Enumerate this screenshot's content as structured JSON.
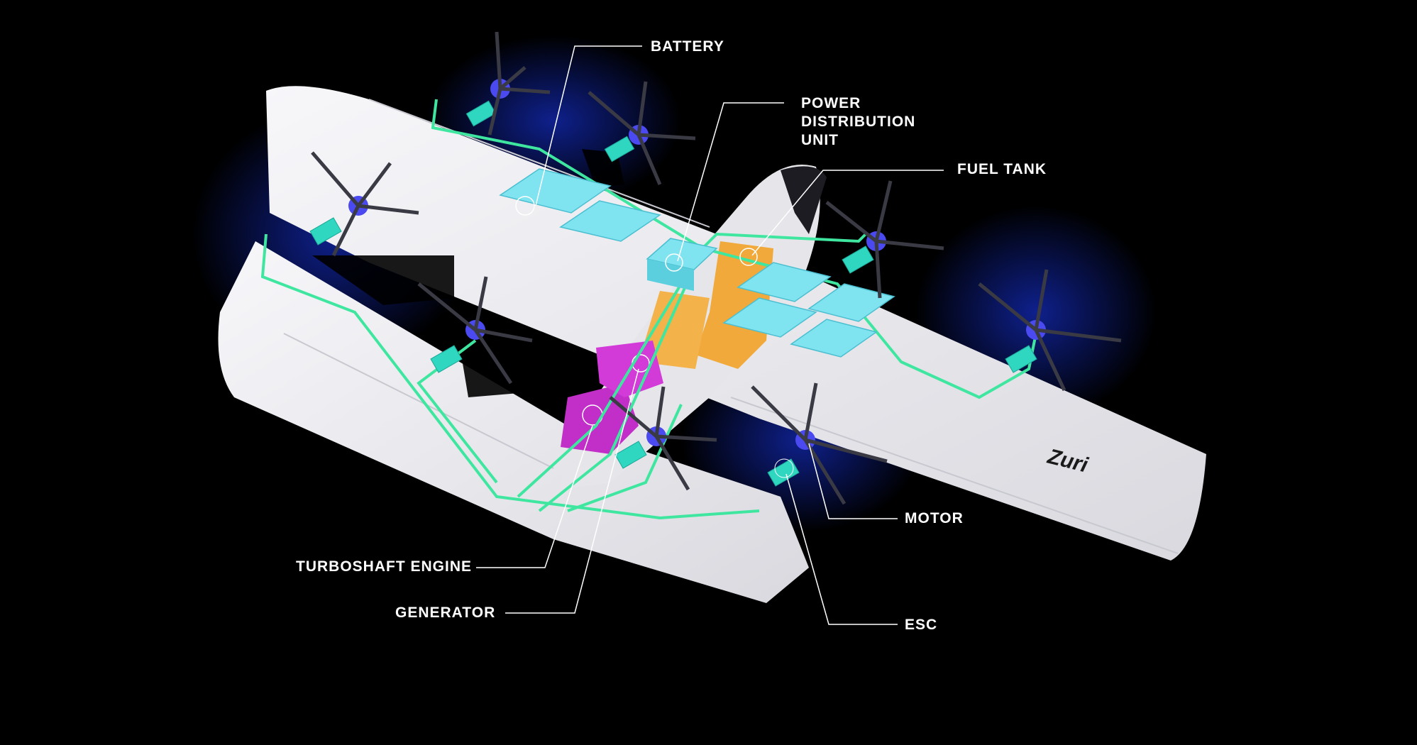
{
  "labels": {
    "battery": "BATTERY",
    "pdu_line1": "POWER",
    "pdu_line2": "DISTRIBUTION",
    "pdu_line3": "UNIT",
    "fuel_tank": "FUEL TANK",
    "motor": "MOTOR",
    "esc": "ESC",
    "turboshaft": "TURBOSHAFT ENGINE",
    "generator": "GENERATOR"
  },
  "brand": "Zuri",
  "colors": {
    "background": "#000000",
    "airframe": "#ececf0",
    "battery": "#7fe3f0",
    "wiring": "#3fe6a0",
    "fuel": "#f0a93a",
    "engine": "#d23bd8",
    "motor": "#4a4af0",
    "esc": "#2fd6c0",
    "leader": "#ffffff"
  }
}
